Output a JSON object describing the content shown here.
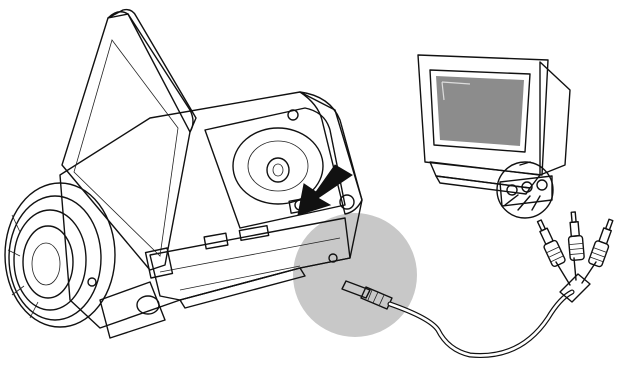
{
  "figure": {
    "description_free": true,
    "colors": {
      "ink": "#111111",
      "body_light": "#f2f2f2",
      "body_mid": "#d9d9d9",
      "body_dark": "#8c8c8c",
      "highlight_circle": "#c8c8c8",
      "screen": "#6a6a6a",
      "arrow": "#111111"
    },
    "items": [
      {
        "name": "camcorder",
        "icon": "camcorder-icon"
      },
      {
        "name": "pointer-arrow",
        "icon": "arrow-icon"
      },
      {
        "name": "av-port-highlight",
        "icon": "circle-icon"
      },
      {
        "name": "television",
        "icon": "tv-icon"
      },
      {
        "name": "av-cable",
        "icon": "cable-icon"
      },
      {
        "name": "rca-plugs",
        "icon": "rca-plug-icon"
      }
    ]
  }
}
